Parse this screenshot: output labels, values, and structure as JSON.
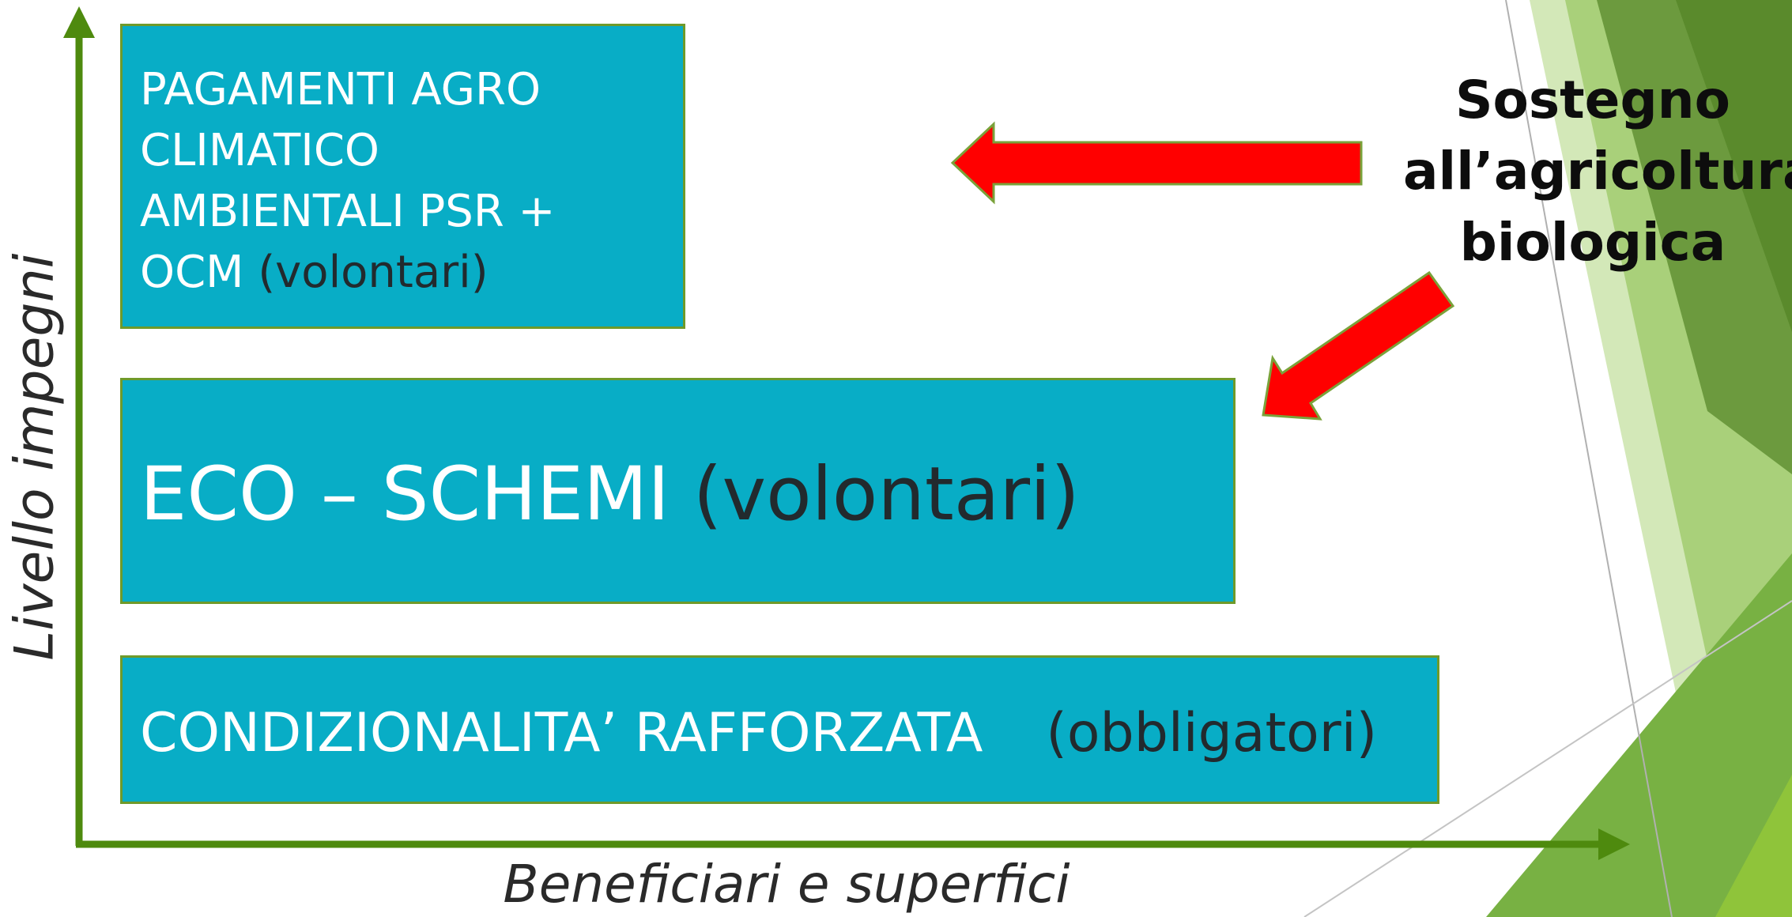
{
  "colors": {
    "box_fill": "#08adc6",
    "box_border": "#6f9a2a",
    "axis": "#4e8a0e",
    "arrow": "#ff0000",
    "accent_green": "#7ab23a"
  },
  "diagram": {
    "top_box": {
      "lines": [
        "PAGAMENTI AGRO",
        "CLIMATICO",
        "AMBIENTALI PSR +"
      ],
      "last_line_main": "OCM",
      "last_line_note": "(volontari)"
    },
    "middle_box": {
      "main": "ECO – SCHEMI",
      "note": "(volontari)"
    },
    "bottom_box": {
      "main": "CONDIZIONALITA’ RAFFORZATA",
      "note": "(obbligatori)"
    },
    "y_axis_label": "Livello impegni",
    "x_axis_label": "Beneficiari e superfici",
    "callout": {
      "lines": [
        "Sostegno",
        "all’agricoltura",
        "biologica"
      ]
    }
  }
}
